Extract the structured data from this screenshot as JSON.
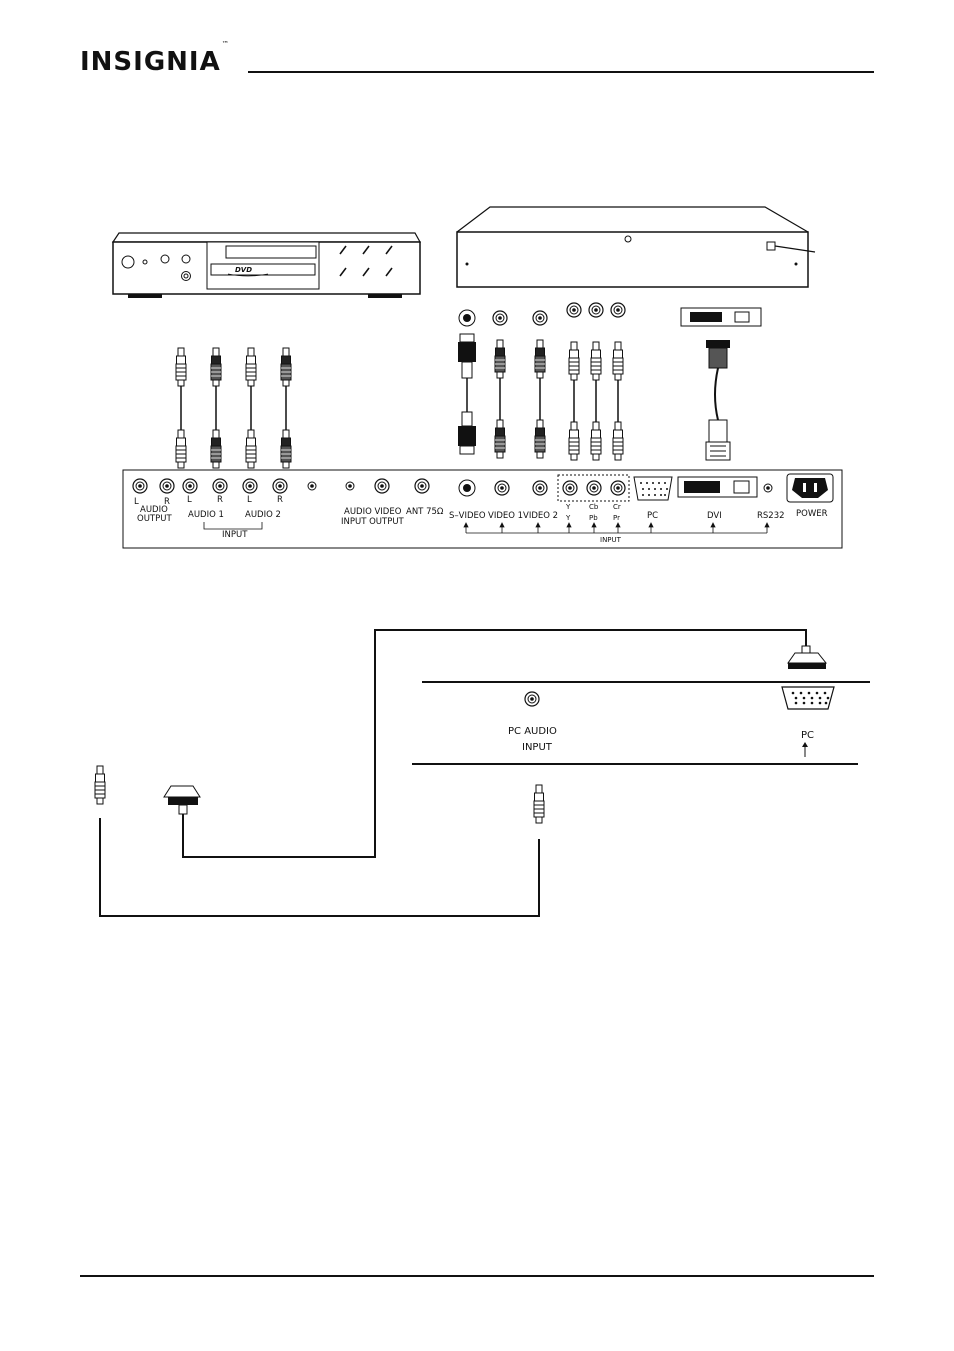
{
  "header": {
    "brand": "INSIGNIA",
    "trademark": "™"
  },
  "dvd_player": {
    "logo_text": "DVD"
  },
  "tv_panel": {
    "audio_output": {
      "l": "L",
      "r": "R",
      "label1": "AUDIO",
      "label2": "OUTPUT"
    },
    "audio1": {
      "l": "L",
      "r": "R",
      "label": "AUDIO  1"
    },
    "audio2": {
      "l": "L",
      "r": "R",
      "label": "AUDIO  2"
    },
    "input_group": "INPUT",
    "av_labels": {
      "audio_video": "AUDIO  VIDEO",
      "input_output": "INPUT  OUTPUT",
      "ant": "ANT 75Ω"
    },
    "svideo": "S–VIDEO",
    "video1": "VIDEO 1",
    "video2": "VIDEO 2",
    "component": {
      "top": [
        "Y",
        "Cb",
        "Cr"
      ],
      "bottom": [
        "Y",
        "Pb",
        "Pr"
      ]
    },
    "pc": "PC",
    "dvi": "DVI",
    "rs232": "RS232",
    "power": "POWER",
    "component_input": "INPUT"
  },
  "pc_detail": {
    "pc_audio_line1": "PC AUDIO",
    "pc_audio_line2": "INPUT",
    "pc_label": "PC"
  }
}
